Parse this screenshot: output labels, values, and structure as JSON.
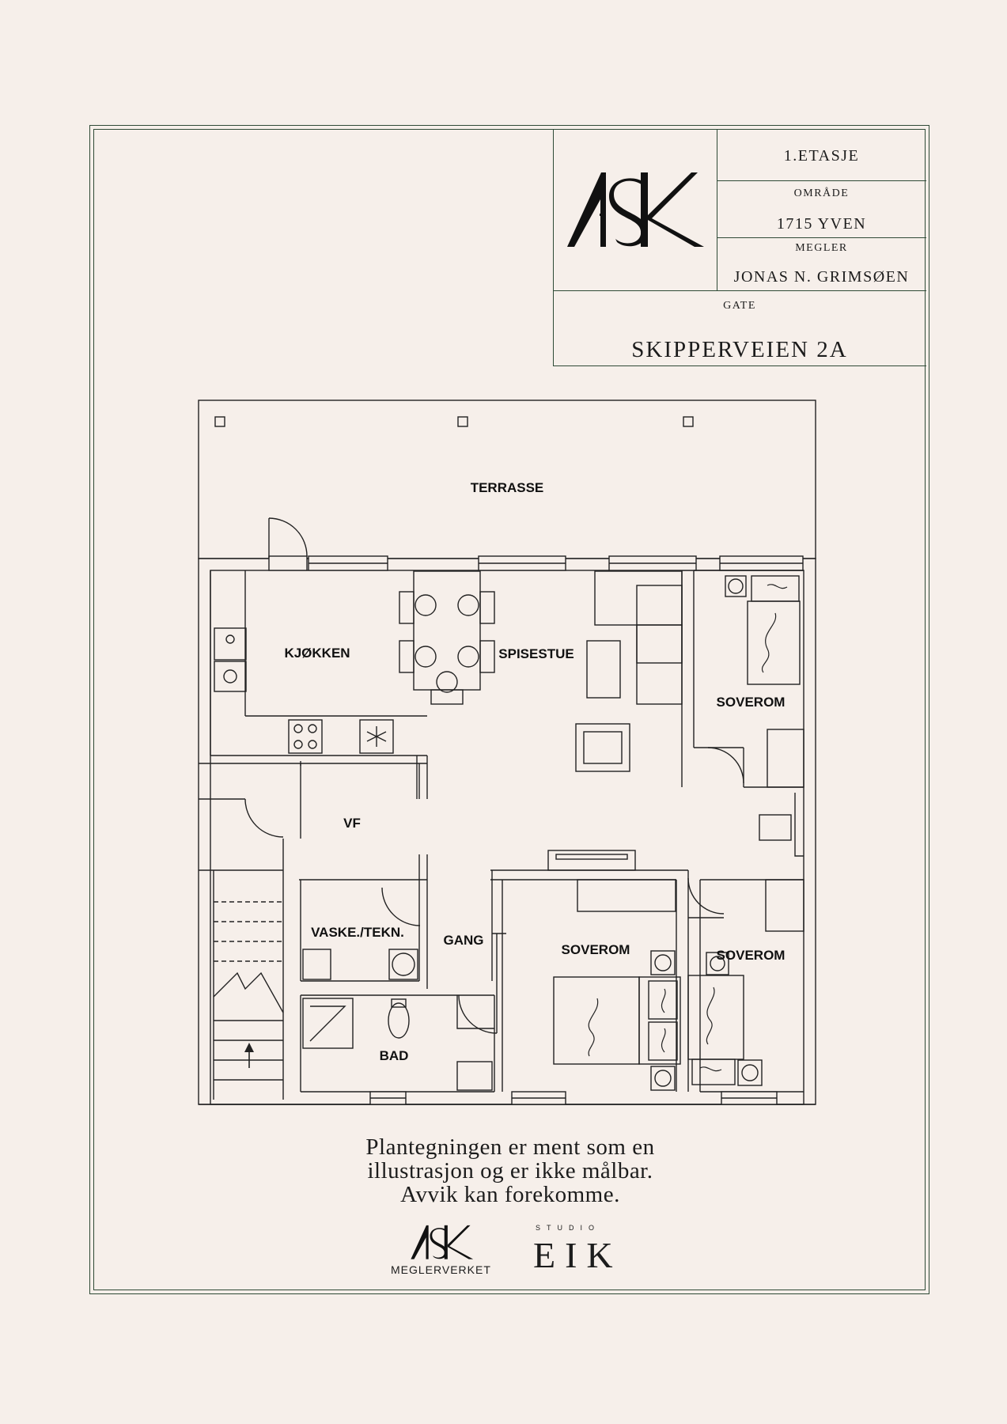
{
  "title_block": {
    "floor": "1.ETASJE",
    "area_label": "OMRÅDE",
    "area_value": "1715 YVEN",
    "broker_label": "MEGLER",
    "broker_value": "JONAS N. GRIMSØEN",
    "street_label": "GATE",
    "street_value": "SKIPPERVEIEN 2A"
  },
  "rooms": {
    "terrace": "TERRASSE",
    "kitchen": "KJØKKEN",
    "dining": "SPISESTUE",
    "bedroom_1": "SOVEROM",
    "hall": "VF",
    "laundry": "VASKE./TEKN.",
    "corridor": "GANG",
    "bedroom_2": "SOVEROM",
    "bedroom_3": "SOVEROM",
    "bathroom": "BAD"
  },
  "footer": {
    "disclaimer_line1": "Plantegningen er ment som en",
    "disclaimer_line2": "illustrasjon og er ikke målbar.",
    "disclaimer_line3": "Avvik kan forekomme.",
    "logo_sub": "MEGLERVERKET",
    "studio": "STUDIO",
    "eik": "EIK"
  },
  "icons": [
    "ask-logo-icon",
    "stair-arrow-icon",
    "fridge-snowflake-icon",
    "stove-icon"
  ]
}
